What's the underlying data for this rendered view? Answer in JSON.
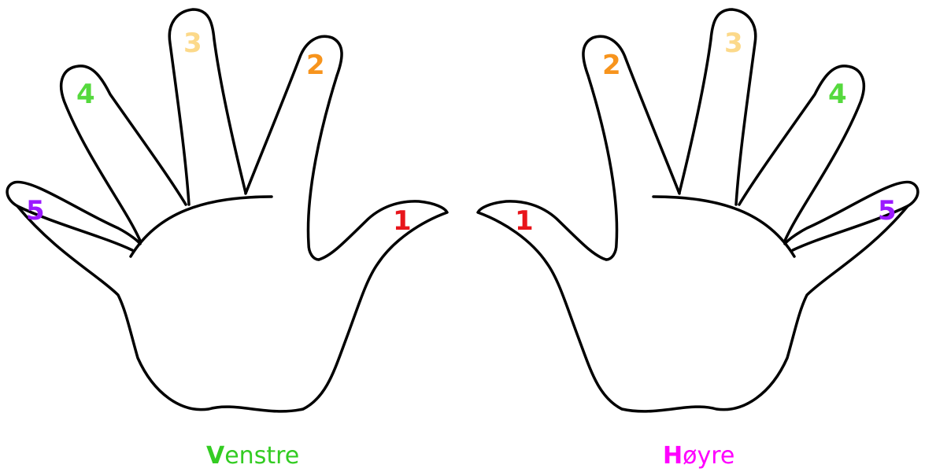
{
  "colors": {
    "finger_1": "#e8151b",
    "finger_2": "#f7941d",
    "finger_3": "#fcd98a",
    "finger_4": "#55d93d",
    "finger_5": "#9b1aff",
    "left_caption": "#33cc22",
    "right_caption": "#ff00ff",
    "outline": "#000000"
  },
  "left_hand": {
    "finger_labels": [
      "1",
      "2",
      "3",
      "4",
      "5"
    ],
    "caption_initial": "V",
    "caption_rest": "enstre"
  },
  "right_hand": {
    "finger_labels": [
      "1",
      "2",
      "3",
      "4",
      "5"
    ],
    "caption_initial": "H",
    "caption_rest": "øyre"
  }
}
